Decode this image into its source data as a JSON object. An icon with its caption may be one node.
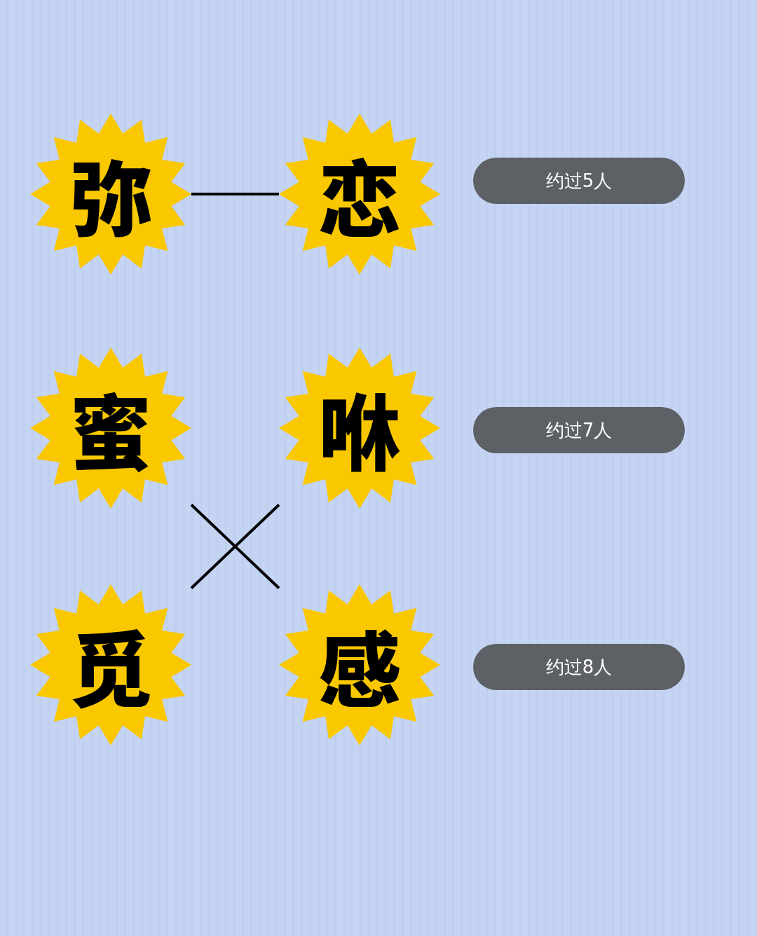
{
  "diagram": {
    "nodes": [
      {
        "text": [
          "弥"
        ]
      },
      {
        "text": [
          "恋"
        ]
      },
      {
        "text": [
          "约过5人"
        ]
      },
      {
        "text": [
          "蜜"
        ]
      },
      {
        "text": [
          "咻"
        ]
      },
      {
        "text": [
          "约过7人"
        ]
      },
      {
        "text": [
          "觅"
        ]
      },
      {
        "text": [
          "感"
        ]
      },
      {
        "text": [
          "约过8人"
        ]
      }
    ],
    "edges": [
      {
        "from": 0,
        "to": 1,
        "arrow": "none"
      },
      {
        "from": 3,
        "to": 7,
        "arrow": "none"
      },
      {
        "from": 6,
        "to": 4,
        "arrow": "none"
      }
    ]
  }
}
